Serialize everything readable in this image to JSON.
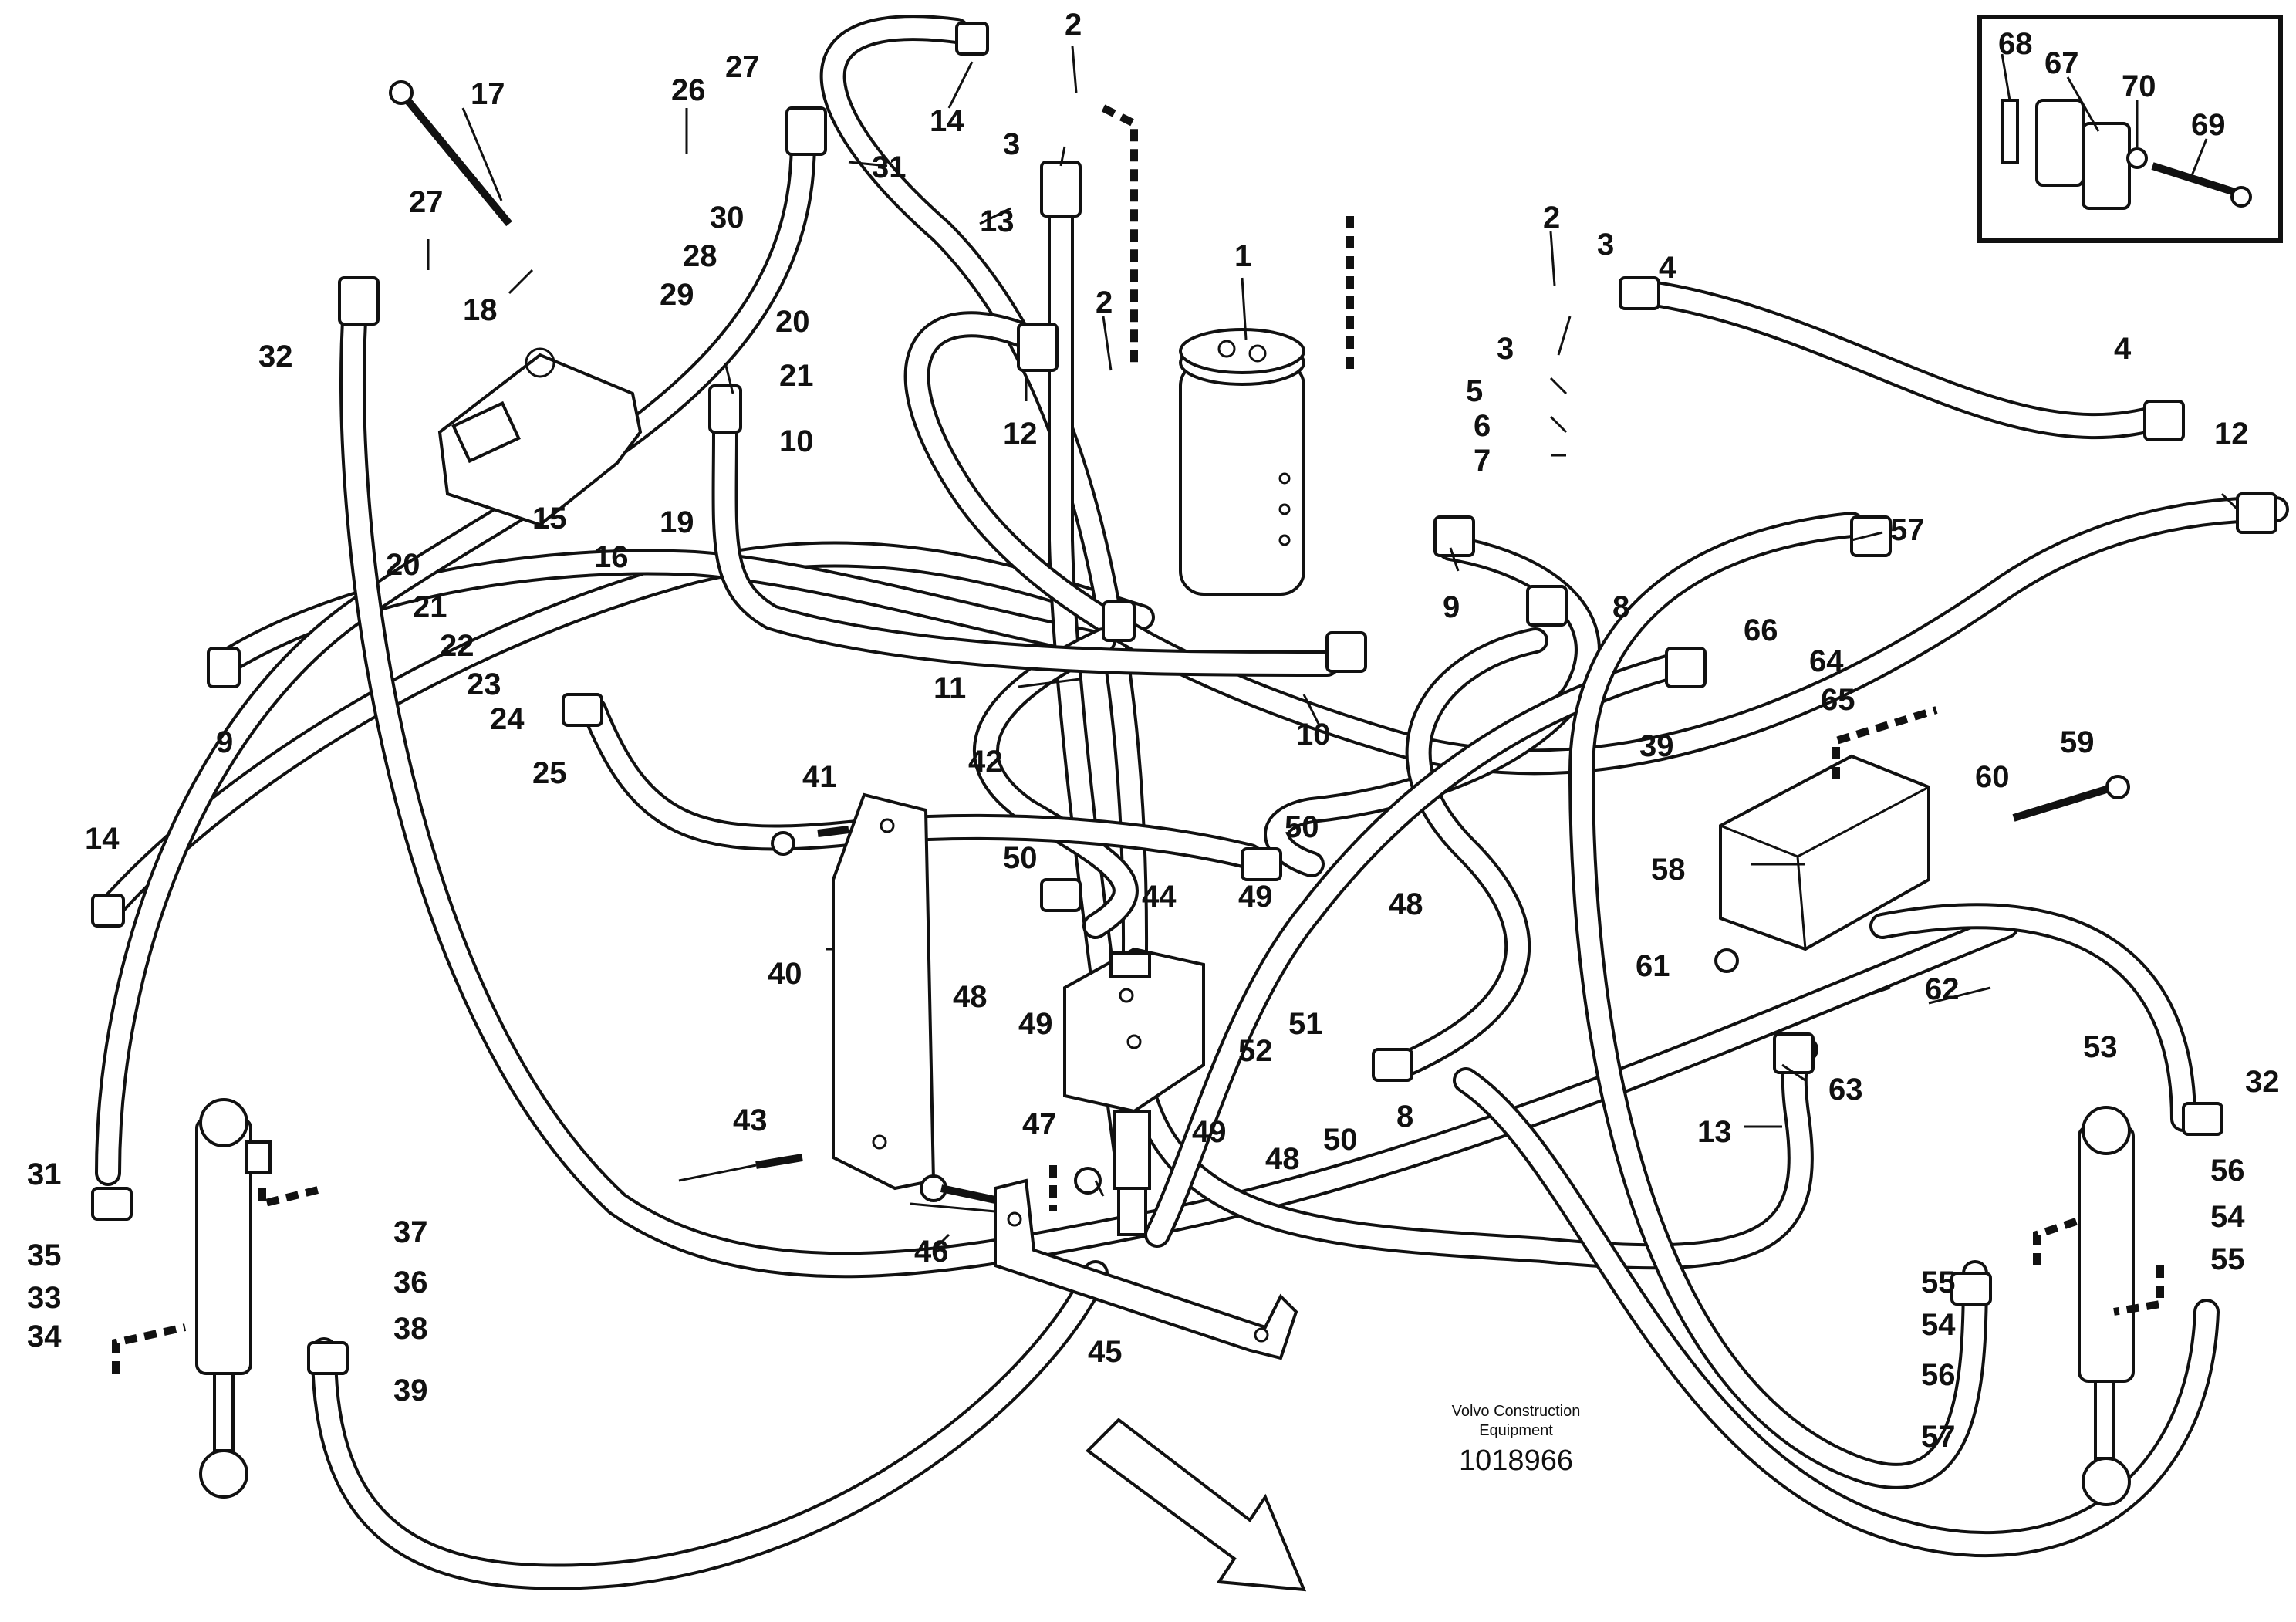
{
  "brand": {
    "line1": "Volvo Construction",
    "line2": "Equipment",
    "doc_number": "1018966"
  },
  "callouts": [
    {
      "id": "c1",
      "text": "1"
    },
    {
      "id": "c2a",
      "text": "2"
    },
    {
      "id": "c2b",
      "text": "2"
    },
    {
      "id": "c2c",
      "text": "2"
    },
    {
      "id": "c3a",
      "text": "3"
    },
    {
      "id": "c3b",
      "text": "3"
    },
    {
      "id": "c3c",
      "text": "3"
    },
    {
      "id": "c4a",
      "text": "4"
    },
    {
      "id": "c4b",
      "text": "4"
    },
    {
      "id": "c5",
      "text": "5"
    },
    {
      "id": "c6",
      "text": "6"
    },
    {
      "id": "c7",
      "text": "7"
    },
    {
      "id": "c8a",
      "text": "8"
    },
    {
      "id": "c8b",
      "text": "8"
    },
    {
      "id": "c9a",
      "text": "9"
    },
    {
      "id": "c9b",
      "text": "9"
    },
    {
      "id": "c10a",
      "text": "10"
    },
    {
      "id": "c10b",
      "text": "10"
    },
    {
      "id": "c11",
      "text": "11"
    },
    {
      "id": "c12a",
      "text": "12"
    },
    {
      "id": "c12b",
      "text": "12"
    },
    {
      "id": "c13a",
      "text": "13"
    },
    {
      "id": "c13b",
      "text": "13"
    },
    {
      "id": "c14a",
      "text": "14"
    },
    {
      "id": "c14b",
      "text": "14"
    },
    {
      "id": "c15",
      "text": "15"
    },
    {
      "id": "c16",
      "text": "16"
    },
    {
      "id": "c17",
      "text": "17"
    },
    {
      "id": "c18",
      "text": "18"
    },
    {
      "id": "c19",
      "text": "19"
    },
    {
      "id": "c20a",
      "text": "20"
    },
    {
      "id": "c20b",
      "text": "20"
    },
    {
      "id": "c21a",
      "text": "21"
    },
    {
      "id": "c21b",
      "text": "21"
    },
    {
      "id": "c22",
      "text": "22"
    },
    {
      "id": "c23",
      "text": "23"
    },
    {
      "id": "c24",
      "text": "24"
    },
    {
      "id": "c25",
      "text": "25"
    },
    {
      "id": "c26",
      "text": "26"
    },
    {
      "id": "c27a",
      "text": "27"
    },
    {
      "id": "c27b",
      "text": "27"
    },
    {
      "id": "c28",
      "text": "28"
    },
    {
      "id": "c29",
      "text": "29"
    },
    {
      "id": "c30",
      "text": "30"
    },
    {
      "id": "c31a",
      "text": "31"
    },
    {
      "id": "c31b",
      "text": "31"
    },
    {
      "id": "c32a",
      "text": "32"
    },
    {
      "id": "c32b",
      "text": "32"
    },
    {
      "id": "c33",
      "text": "33"
    },
    {
      "id": "c34",
      "text": "34"
    },
    {
      "id": "c35",
      "text": "35"
    },
    {
      "id": "c36",
      "text": "36"
    },
    {
      "id": "c37",
      "text": "37"
    },
    {
      "id": "c38",
      "text": "38"
    },
    {
      "id": "c39a",
      "text": "39"
    },
    {
      "id": "c39b",
      "text": "39"
    },
    {
      "id": "c40",
      "text": "40"
    },
    {
      "id": "c41",
      "text": "41"
    },
    {
      "id": "c42",
      "text": "42"
    },
    {
      "id": "c43",
      "text": "43"
    },
    {
      "id": "c44",
      "text": "44"
    },
    {
      "id": "c45",
      "text": "45"
    },
    {
      "id": "c46",
      "text": "46"
    },
    {
      "id": "c47",
      "text": "47"
    },
    {
      "id": "c48a",
      "text": "48"
    },
    {
      "id": "c48b",
      "text": "48"
    },
    {
      "id": "c48c",
      "text": "48"
    },
    {
      "id": "c49a",
      "text": "49"
    },
    {
      "id": "c49b",
      "text": "49"
    },
    {
      "id": "c49c",
      "text": "49"
    },
    {
      "id": "c50a",
      "text": "50"
    },
    {
      "id": "c50b",
      "text": "50"
    },
    {
      "id": "c50c",
      "text": "50"
    },
    {
      "id": "c51",
      "text": "51"
    },
    {
      "id": "c52",
      "text": "52"
    },
    {
      "id": "c53",
      "text": "53"
    },
    {
      "id": "c54a",
      "text": "54"
    },
    {
      "id": "c54b",
      "text": "54"
    },
    {
      "id": "c55a",
      "text": "55"
    },
    {
      "id": "c55b",
      "text": "55"
    },
    {
      "id": "c56a",
      "text": "56"
    },
    {
      "id": "c56b",
      "text": "56"
    },
    {
      "id": "c57a",
      "text": "57"
    },
    {
      "id": "c57b",
      "text": "57"
    },
    {
      "id": "c58",
      "text": "58"
    },
    {
      "id": "c59",
      "text": "59"
    },
    {
      "id": "c60",
      "text": "60"
    },
    {
      "id": "c61",
      "text": "61"
    },
    {
      "id": "c62",
      "text": "62"
    },
    {
      "id": "c63",
      "text": "63"
    },
    {
      "id": "c64",
      "text": "64"
    },
    {
      "id": "c65",
      "text": "65"
    },
    {
      "id": "c66",
      "text": "66"
    },
    {
      "id": "c67",
      "text": "67"
    },
    {
      "id": "c68",
      "text": "68"
    },
    {
      "id": "c69",
      "text": "69"
    },
    {
      "id": "c70",
      "text": "70"
    }
  ]
}
